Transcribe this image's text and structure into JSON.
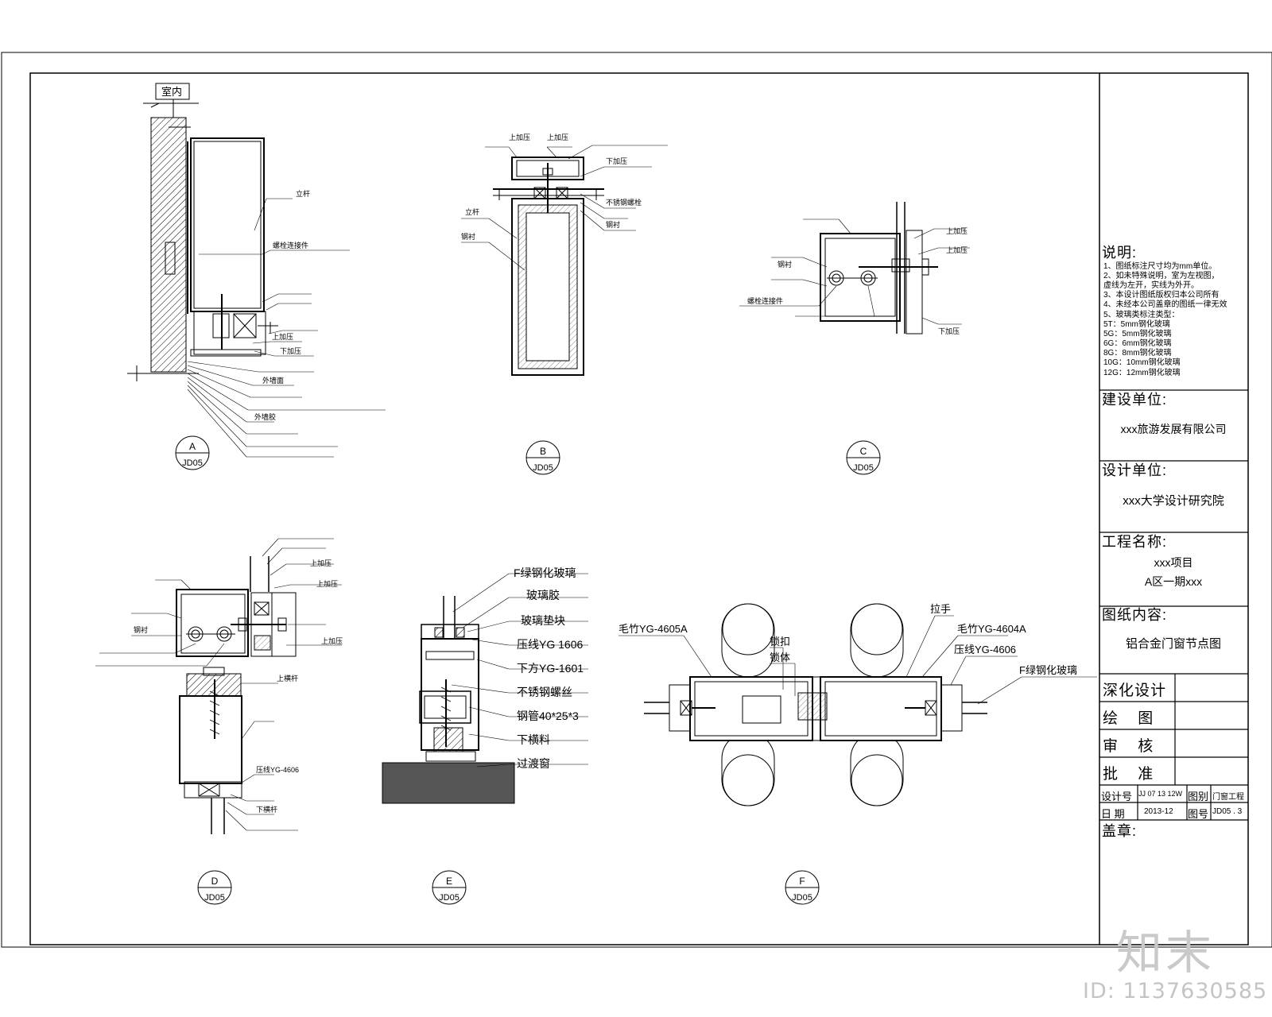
{
  "detail_a": {
    "indoor_tag": "室内",
    "labels": [
      "立杆",
      "螺栓连接件",
      "上加压",
      "下加压",
      "外墙面",
      "外墙胶"
    ],
    "bubble_letter": "A",
    "bubble_ref": "JD05"
  },
  "detail_b": {
    "labels": [
      "上加压",
      "上加压",
      "下加压",
      "立杆",
      "钢衬",
      "不锈钢螺栓",
      "钢衬"
    ],
    "bubble_letter": "B",
    "bubble_ref": "JD05"
  },
  "detail_c": {
    "labels": [
      "上加压",
      "上加压",
      "钢衬",
      "螺栓连接件",
      "下加压"
    ],
    "bubble_letter": "C",
    "bubble_ref": "JD05"
  },
  "detail_d": {
    "labels": [
      "上加压",
      "上加压",
      "上加压",
      "钢衬",
      "上横杆",
      "压线YG-4606",
      "下横杆"
    ],
    "bubble_letter": "D",
    "bubble_ref": "JD05"
  },
  "detail_e": {
    "labels": [
      "F绿钢化玻璃",
      "玻璃胶",
      "玻璃垫块",
      "压线YG 1606",
      "下方YG-1601",
      "不锈钢螺丝",
      "钢管40*25*3",
      "下横料",
      "过渡窗"
    ],
    "bubble_letter": "E",
    "bubble_ref": "JD05"
  },
  "detail_f": {
    "labels": {
      "left_profile": "毛竹YG-4605A",
      "lock": "锁扣",
      "lock_body": "锁体",
      "handle": "拉手",
      "right_profile": "毛竹YG-4604A",
      "pressure_line": "压线YG-4606",
      "glass": "F绿钢化玻璃"
    },
    "bubble_letter": "F",
    "bubble_ref": "JD05"
  },
  "title_block": {
    "notes_heading": "说明:",
    "notes": [
      "1、图纸标注尺寸均为mm单位。",
      "2、如未特殊说明，室为左视图，",
      "   虚线为左开，实线为外开。",
      "3、本设计图纸版权归本公司所有",
      "4、未经本公司盖章的图纸一律无效",
      "5、玻璃类标注类型：",
      "5T：5mm钢化玻璃",
      "5G：5mm钢化玻璃",
      "6G：6mm钢化玻璃",
      "8G：8mm钢化玻璃",
      "10G：10mm钢化玻璃",
      "12G：12mm钢化玻璃"
    ],
    "client_label": "建设单位:",
    "client_value": "xxx旅游发展有限公司",
    "designer_label": "设计单位:",
    "designer_value": "xxx大学设计研究院",
    "project_label": "工程名称:",
    "project_value_1": "xxx项目",
    "project_value_2": "A区一期xxx",
    "content_label": "图纸内容:",
    "content_value": "铝合金门窗节点图",
    "sign_rows": [
      "深化设计",
      "绘 图",
      "审 核",
      "批 准"
    ],
    "design_no_label": "设计号",
    "design_no_value": "JJ 07 13 12W",
    "category_label": "图别",
    "category_value": "门窗工程",
    "date_label": "日 期",
    "date_value": "2013-12",
    "sheet_label": "图号",
    "sheet_value": "JD05 . 3",
    "seal_label": "盖章:"
  },
  "watermark": {
    "logo": "知末",
    "id_text": "ID: 1137630585"
  }
}
